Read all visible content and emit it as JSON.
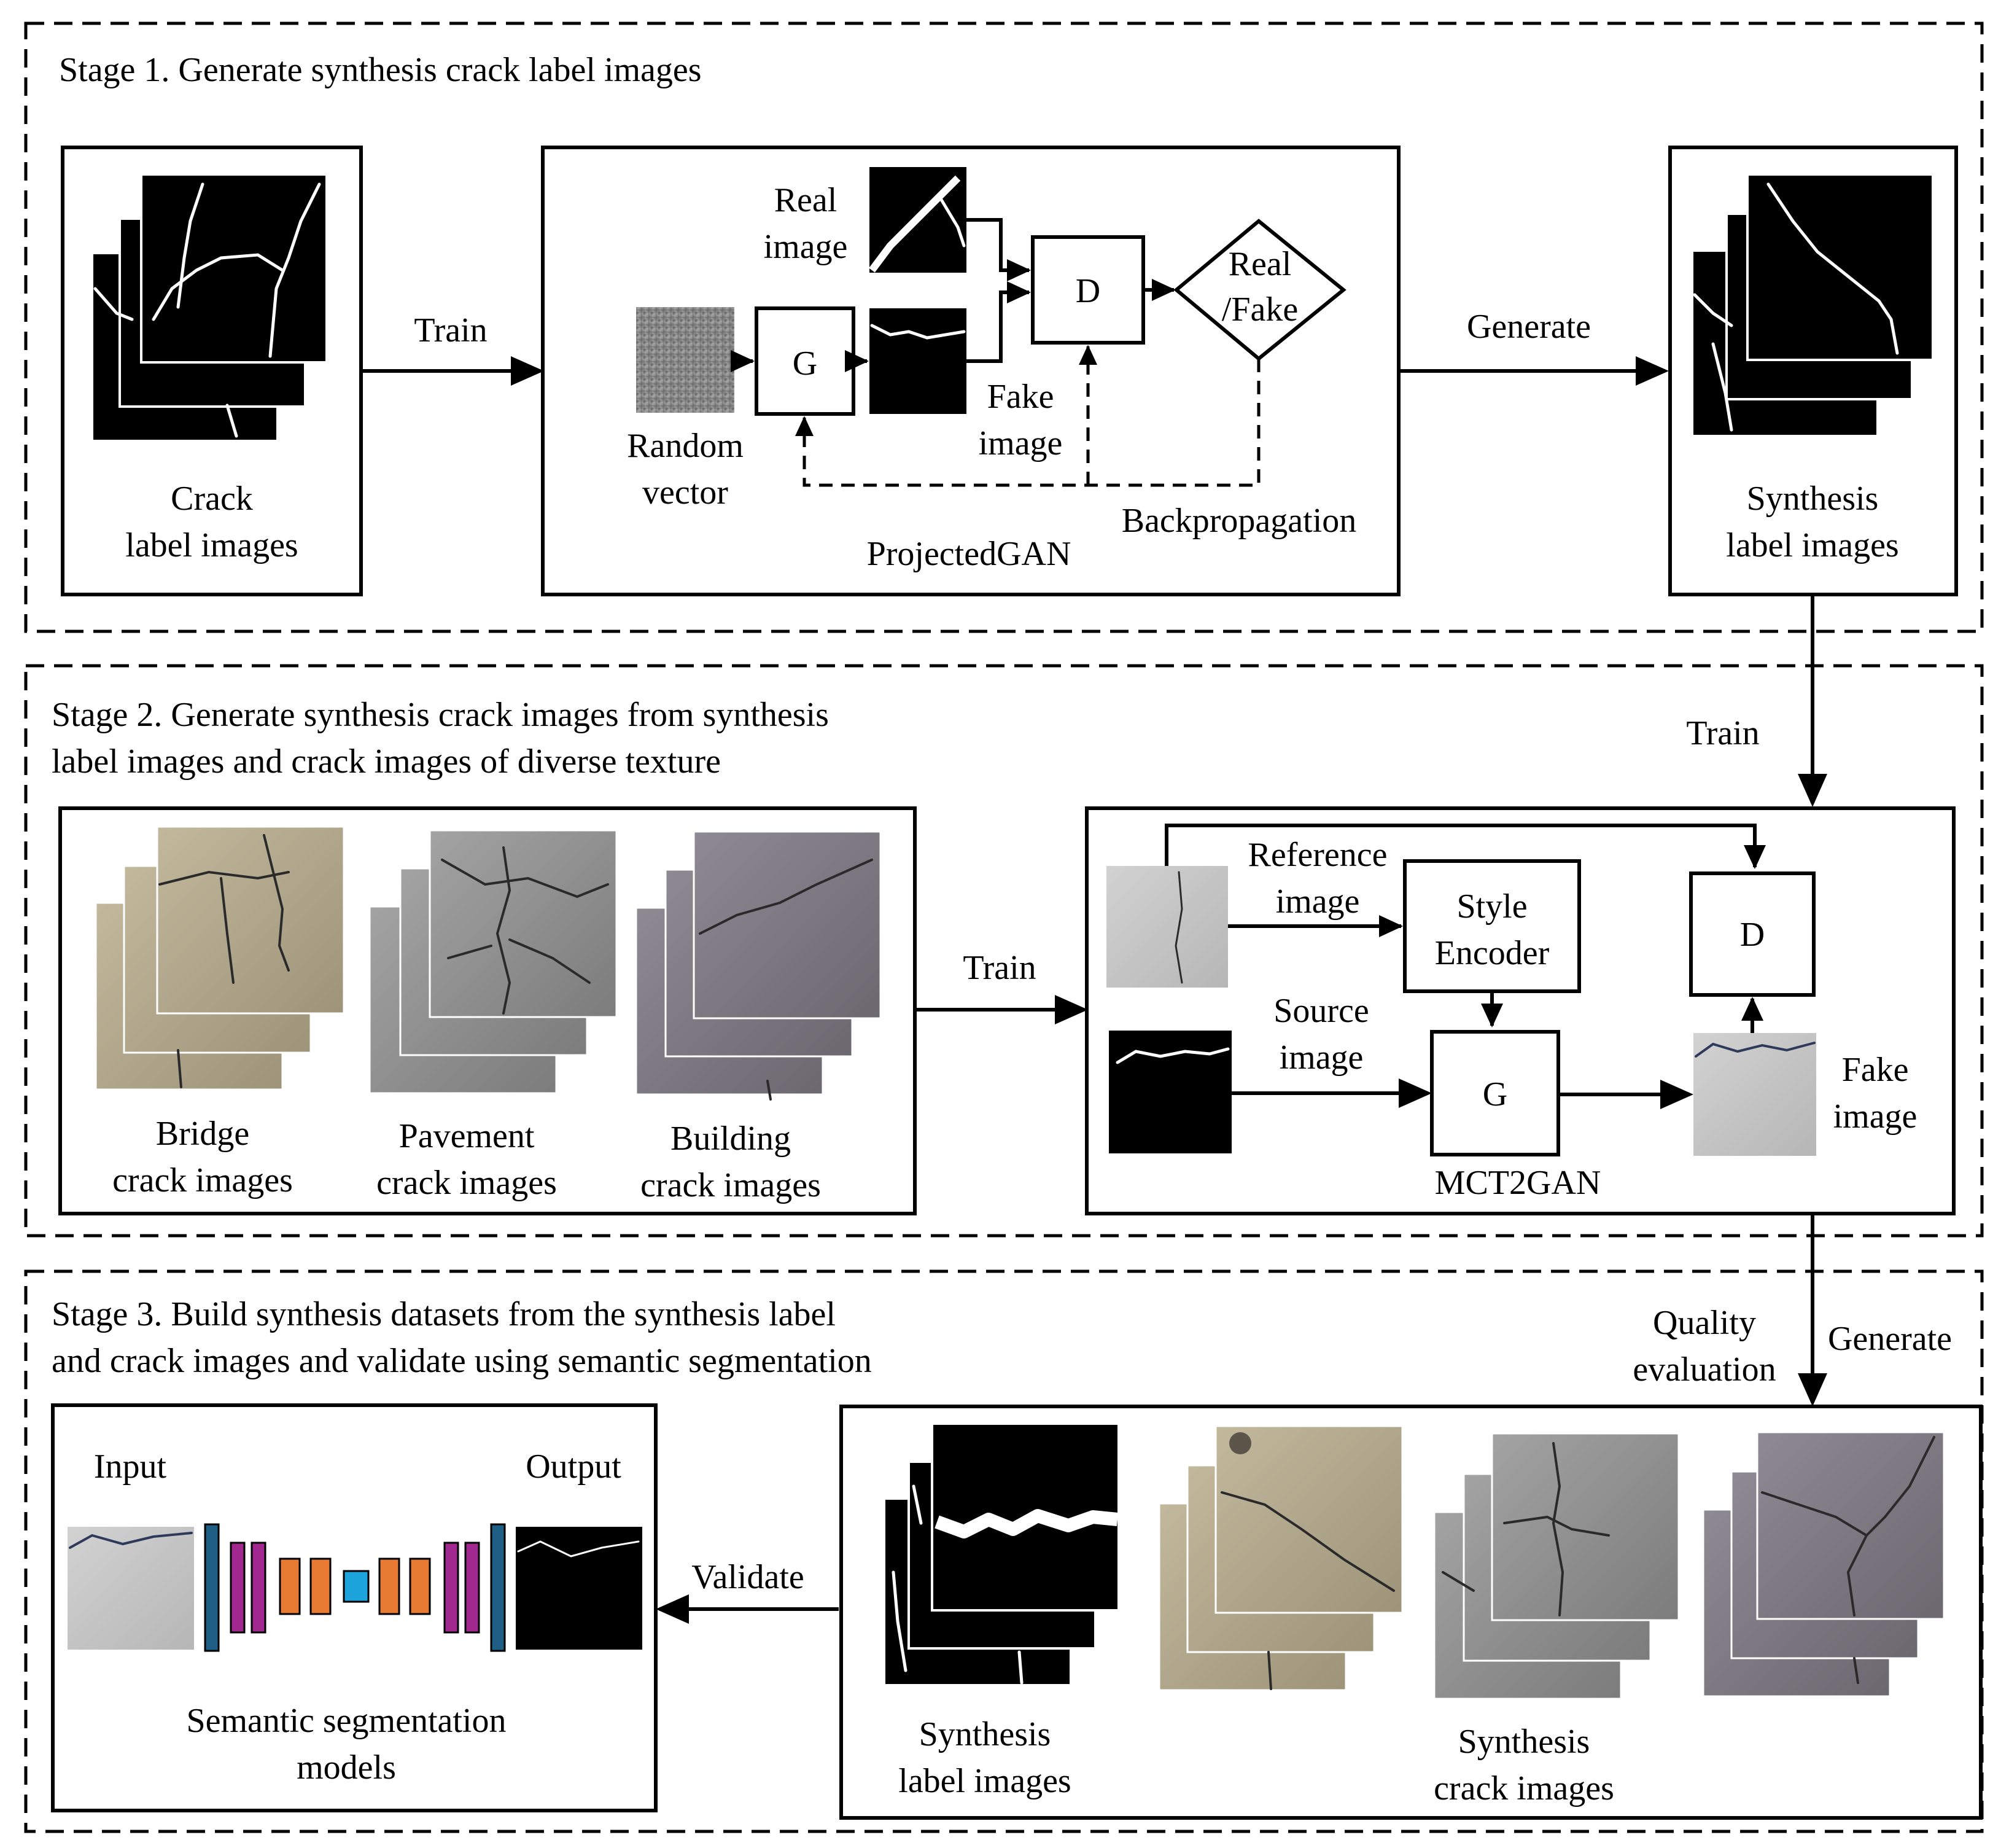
{
  "stage1": {
    "title": "Stage 1. Generate synthesis crack label images",
    "crack_label_line1": "Crack",
    "crack_label_line2": "label images",
    "train": "Train",
    "real_line1": "Real",
    "real_line2": "image",
    "g": "G",
    "d": "D",
    "real_fake_line1": "Real",
    "real_fake_line2": "/Fake",
    "fake_line1": "Fake",
    "fake_line2": "image",
    "random_line1": "Random",
    "random_line2": "vector",
    "projectedgan": "ProjectedGAN",
    "backprop": "Backpropagation",
    "generate": "Generate",
    "synth_line1": "Synthesis",
    "synth_line2": "label images"
  },
  "stage2": {
    "title_line1": "Stage 2. Generate synthesis crack images from synthesis",
    "title_line2": "label images and crack images of diverse texture",
    "train_right": "Train",
    "bridge_line1": "Bridge",
    "bridge_line2": "crack images",
    "pavement_line1": "Pavement",
    "pavement_line2": "crack images",
    "building_line1": "Building",
    "building_line2": "crack images",
    "train": "Train",
    "reference_line1": "Reference",
    "reference_line2": "image",
    "style_line1": "Style",
    "style_line2": "Encoder",
    "d": "D",
    "source_line1": "Source",
    "source_line2": "image",
    "g": "G",
    "fake_line1": "Fake",
    "fake_line2": "image",
    "mct2gan": "MCT2GAN"
  },
  "stage3": {
    "title_line1": "Stage 3. Build synthesis datasets from the synthesis label",
    "title_line2": "and crack images and validate using semantic segmentation",
    "quality_line1": "Quality",
    "quality_line2": "evaluation",
    "generate": "Generate",
    "input": "Input",
    "output": "Output",
    "validate": "Validate",
    "seg_line1": "Semantic segmentation",
    "seg_line2": "models",
    "synth_label_line1": "Synthesis",
    "synth_label_line2": "label images",
    "synth_crack_line1": "Synthesis",
    "synth_crack_line2": "crack images"
  },
  "colors": {
    "encoder_dark_blue": "#1f5f86",
    "block_purple": "#a0288f",
    "block_orange": "#e87b34",
    "bottleneck_cyan": "#1ea4dc",
    "concrete_tan": "#b3a98e",
    "pavement_gray": "#8c8c8c",
    "building_purple_gray": "#7d7880",
    "wall_light_gray": "#c8c8c8"
  }
}
